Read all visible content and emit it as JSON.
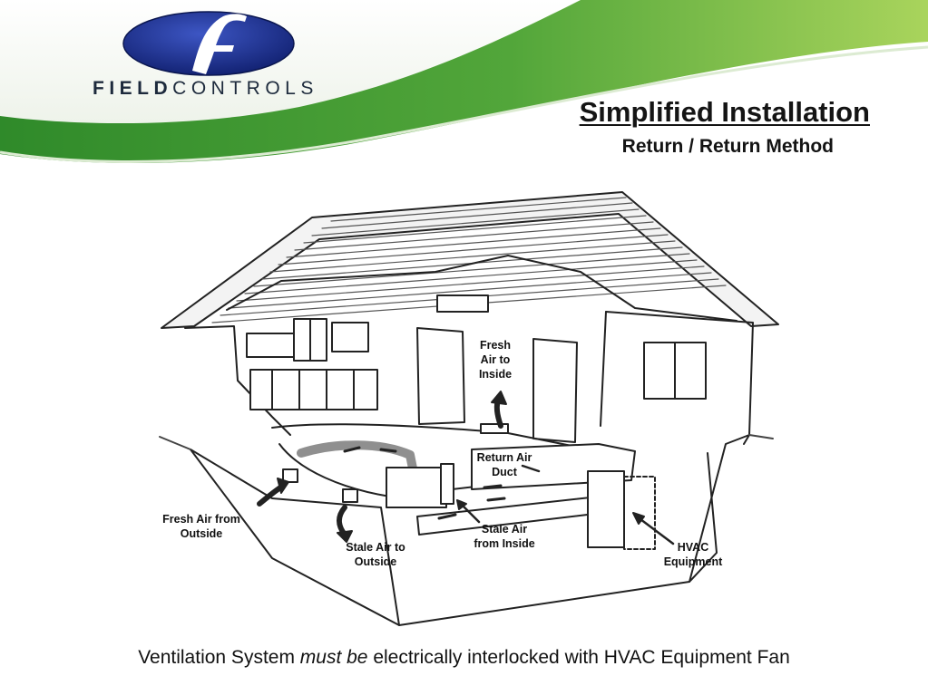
{
  "brand": {
    "logo_letter": "f",
    "name_bold": "FIELD",
    "name_light": "CONTROLS"
  },
  "header": {
    "title": "Simplified Installation",
    "subtitle": "Return / Return Method"
  },
  "labels": {
    "fresh_air_to_inside": "Fresh\nAir to\nInside",
    "return_air_duct": "Return Air\nDuct",
    "fresh_air_from_outside": "Fresh Air from\nOutside",
    "stale_air_to_outside": "Stale Air to\nOutside",
    "stale_air_from_inside": "Stale Air\nfrom Inside",
    "hvac_equipment": "HVAC\nEquipment"
  },
  "footer": {
    "caption_before": "Ventilation System ",
    "caption_emphasis": "must be",
    "caption_after": " electrically interlocked with HVAC Equipment Fan"
  },
  "colors": {
    "banner_green": "#3f9a2c",
    "banner_light": "#a8d35a",
    "logo_blue": "#1a2f8a",
    "ink": "#141414"
  }
}
